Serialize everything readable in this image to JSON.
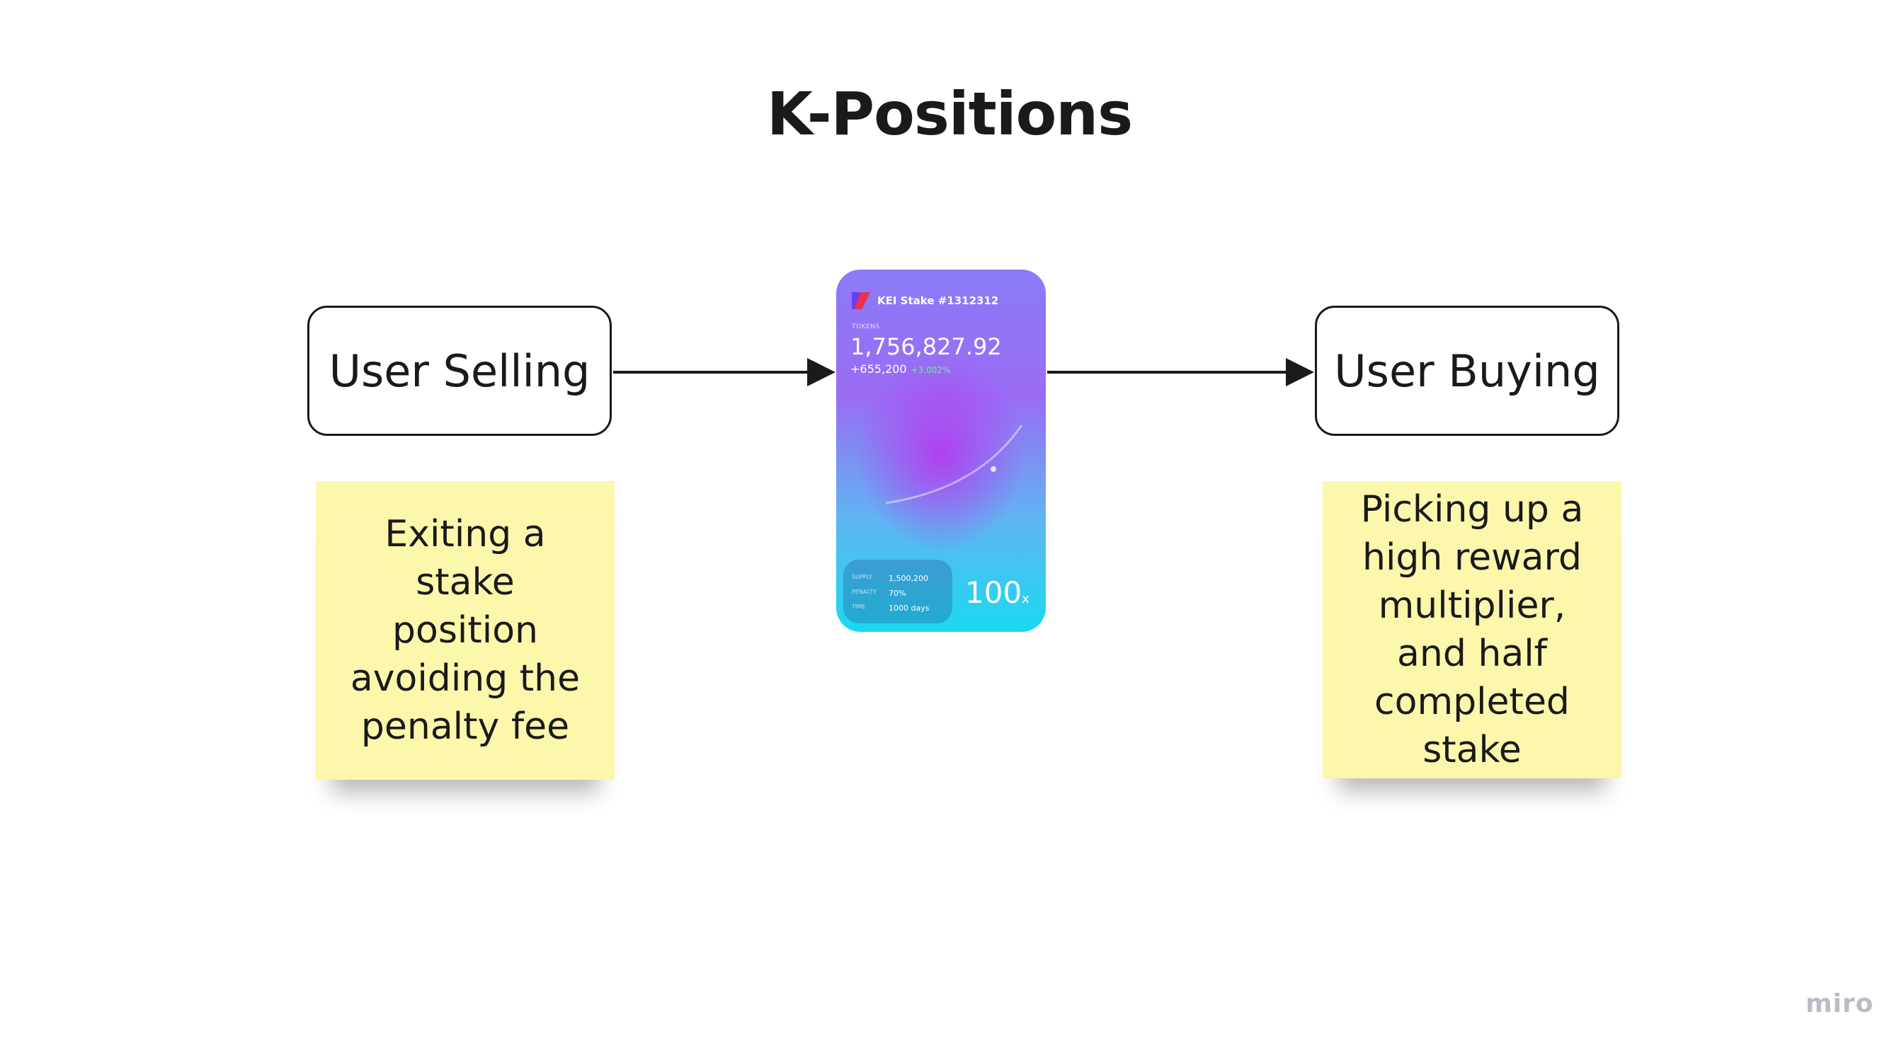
{
  "title": "K-Positions",
  "nodes": {
    "seller": "User Selling",
    "buyer": "User Buying"
  },
  "notes": {
    "seller": "Exiting a stake position avoiding the penalty fee",
    "buyer": "Picking up a high reward multiplier, and half completed stake"
  },
  "card": {
    "title": "KEI Stake #1312312",
    "tokens_label": "TOKENS",
    "tokens_value": "1,756,827.92",
    "tokens_change": "+655,200",
    "tokens_change_pct": "+3,002%",
    "stats": [
      {
        "key": "SUPPLY",
        "value": "1,500,200"
      },
      {
        "key": "PENALTY",
        "value": "70%"
      },
      {
        "key": "TIME",
        "value": "1000 days"
      }
    ],
    "multiplier": "100",
    "multiplier_suffix": "x"
  },
  "brand": "miro",
  "colors": {
    "sticky": "#fdf7ac",
    "card_top": "#8a7bf7",
    "card_center": "#b43cf0",
    "card_bottom": "#1ad9f1",
    "logo_red": "#e8334a",
    "logo_purple": "#6a3df0"
  }
}
